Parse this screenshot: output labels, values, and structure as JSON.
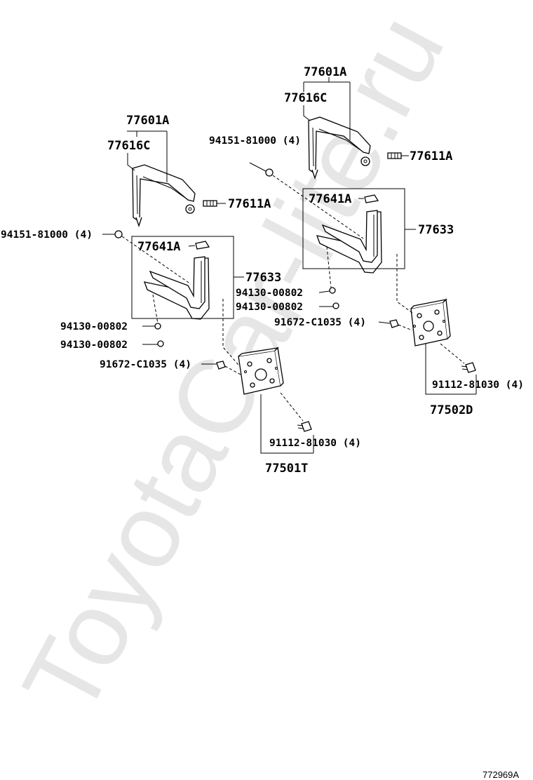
{
  "watermark": "ToyotaCar-lite.ru",
  "figure_code": "772969A",
  "left_assembly": {
    "guard_assy": "77601A",
    "guard": "77616C",
    "pin": "77611A",
    "screw": "94151-81000 (4)",
    "cap": "77641A",
    "bracket_assy": "77633",
    "nut_1": "94130-00802",
    "nut_2": "94130-00802",
    "bolt": "91672-C1035 (4)",
    "washer_bolt": "91112-81030 (4)",
    "plate": "77501T"
  },
  "right_assembly": {
    "guard_assy": "77601A",
    "guard": "77616C",
    "pin": "77611A",
    "screw": "94151-81000 (4)",
    "cap": "77641A",
    "bracket_assy": "77633",
    "nut_1": "94130-00802",
    "nut_2": "94130-00802",
    "bolt": "91672-C1035 (4)",
    "washer_bolt": "91112-81030 (4)",
    "plate": "77502D"
  }
}
